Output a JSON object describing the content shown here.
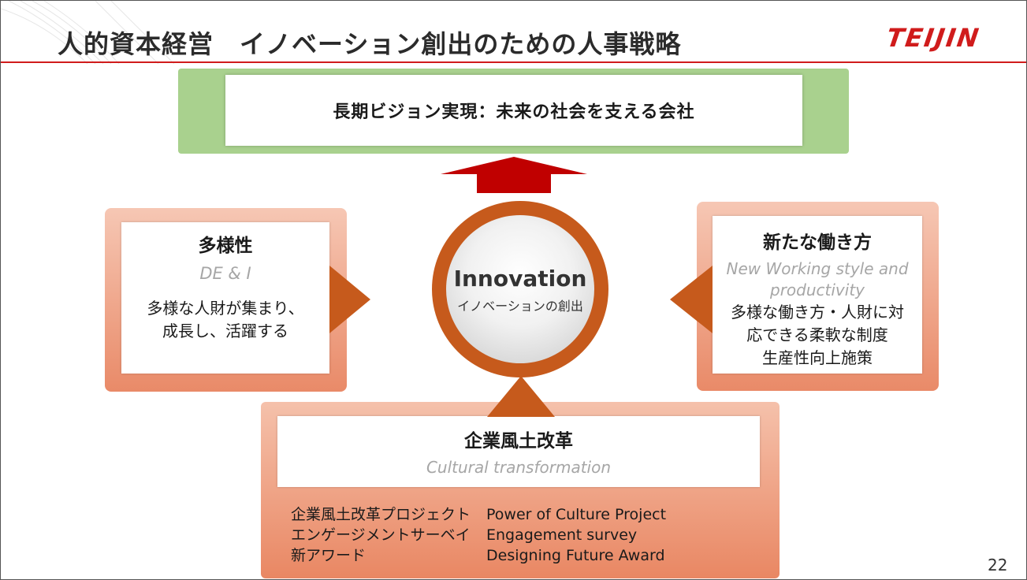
{
  "header": {
    "title": "人的資本経営　イノベーション創出のための人事戦略",
    "logo_text": "TEIJIN"
  },
  "vision": {
    "text": "長期ビジョン実現：未来の社会を支える会社"
  },
  "center": {
    "title": "Innovation",
    "subtitle": "イノベーションの創出"
  },
  "diversity": {
    "heading": "多様性",
    "sub": "DE & I",
    "body_line1": "多様な人財が集まり、",
    "body_line2": "成長し、活躍する"
  },
  "working": {
    "heading": "新たな働き方",
    "sub_line1": "New Working style and",
    "sub_line2": "productivity",
    "body_line1": "多様な働き方・人財に対",
    "body_line2": "応できる柔軟な制度",
    "body_line3": "生産性向上施策"
  },
  "culture": {
    "heading": "企業風土改革",
    "sub": "Cultural transformation",
    "items_jp": [
      "企業風土改革プロジェクト",
      "エンゲージメントサーベイ",
      "新アワード"
    ],
    "items_en": [
      "Power of Culture Project",
      "Engagement survey",
      "Designing Future Award"
    ]
  },
  "page_number": "22",
  "colors": {
    "brand_red": "#d01c1c",
    "accent_orange": "#c65a1c",
    "vision_green": "#a9d18e",
    "panel_salmon": "#ee9c7c"
  }
}
